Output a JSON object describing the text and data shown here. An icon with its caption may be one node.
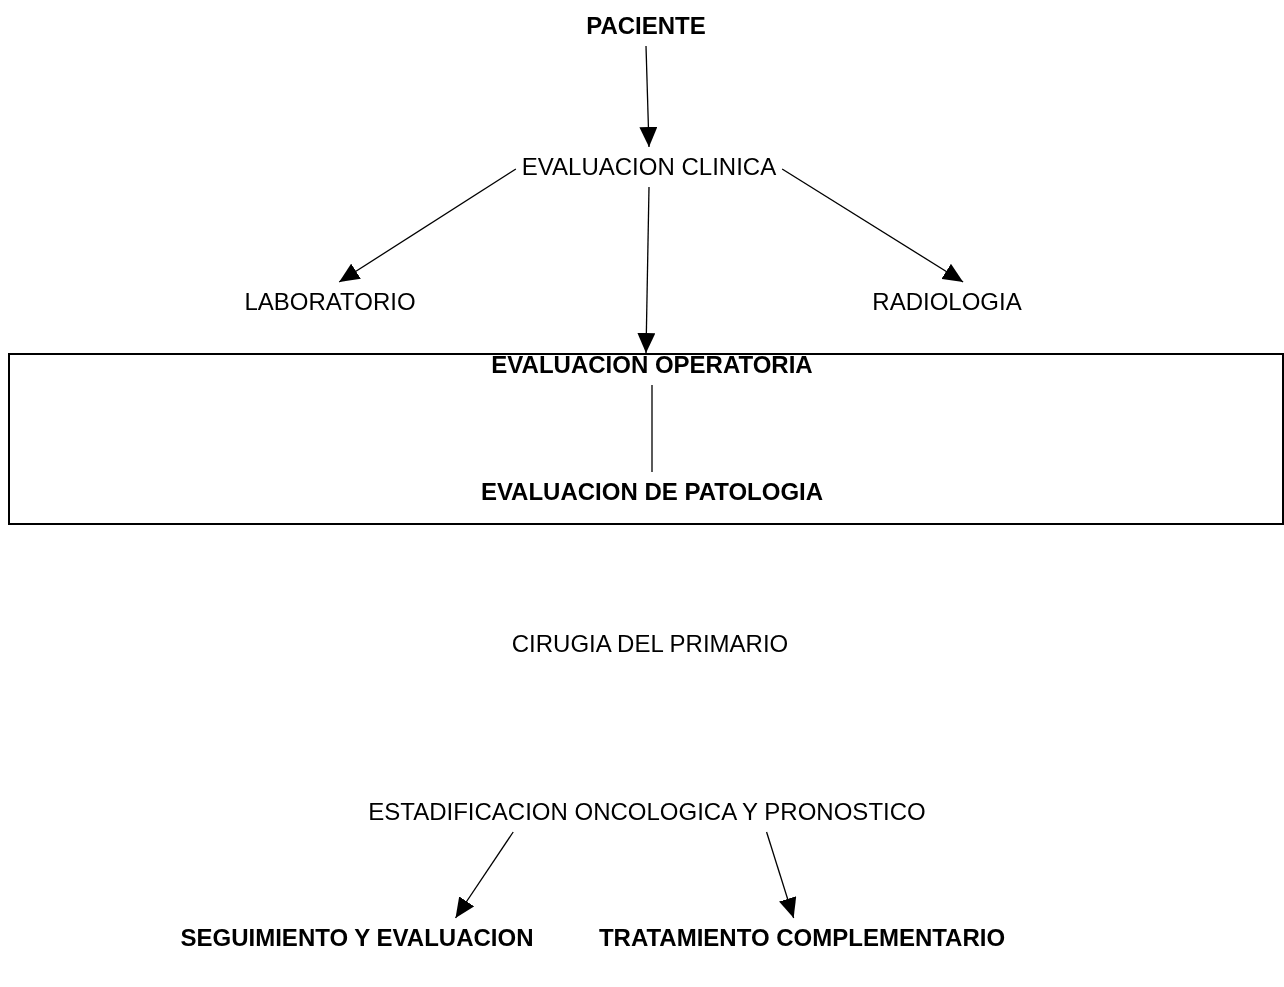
{
  "diagram": {
    "nodes": [
      {
        "text": [
          "PACIENTE"
        ]
      },
      {
        "text": [
          "EVALUACION CLINICA"
        ]
      },
      {
        "text": [
          "LABORATORIO"
        ]
      },
      {
        "text": [
          "RADIOLOGIA"
        ]
      },
      {
        "text": [],
        "shape": "box"
      },
      {
        "text": [
          "EVALUACION OPERATORIA"
        ],
        "in": 4
      },
      {
        "text": [
          "EVALUACION DE PATOLOGIA"
        ],
        "in": 4
      },
      {
        "text": [
          "CIRUGIA DEL PRIMARIO"
        ]
      },
      {
        "text": [
          "ESTADIFICACION ONCOLOGICA Y PRONOSTICO"
        ]
      },
      {
        "text": [
          "SEGUIMIENTO Y EVALUACION"
        ]
      },
      {
        "text": [
          "TRATAMIENTO COMPLEMENTARIO"
        ]
      }
    ],
    "edges": [
      {
        "from": 0,
        "to": 1,
        "arrow": "to"
      },
      {
        "from": 1,
        "to": 2,
        "arrow": "to"
      },
      {
        "from": 1,
        "to": 4,
        "arrow": "to"
      },
      {
        "from": 1,
        "to": 3,
        "arrow": "to"
      },
      {
        "from": 5,
        "to": 6,
        "arrow": "none"
      },
      {
        "from": 8,
        "to": 9,
        "arrow": "to"
      },
      {
        "from": 8,
        "to": 10,
        "arrow": "to"
      }
    ]
  }
}
